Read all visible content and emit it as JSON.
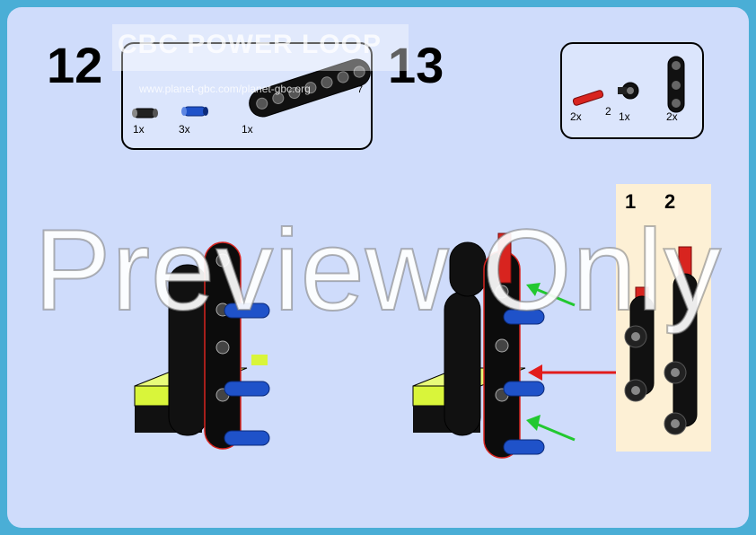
{
  "steps": {
    "left": "12",
    "right": "13"
  },
  "watermark": {
    "title": "CBC POWER LOOP",
    "url": "www.planet-gbc.com/planet-gbc.org"
  },
  "parts_left": {
    "pin_qty": "1x",
    "axle_pin_qty": "3x",
    "beam_qty": "1x",
    "beam_length": "7"
  },
  "parts_right": {
    "axle_qty": "2x",
    "axle_length": "2",
    "connector_qty": "1x",
    "beam_qty": "2x"
  },
  "substeps": {
    "first": "1",
    "second": "2"
  },
  "overlay": "Preview Only",
  "colors": {
    "frame": "#4aaed6",
    "background": "#cfdcfb",
    "beam": "#1a1a1a",
    "pin_blue": "#1f52c9",
    "axle_red": "#d8241f",
    "tile_lime": "#d9f53a",
    "arrow_green": "#22c830",
    "arrow_red": "#e21c1c",
    "subassembly_bg": "#fdf0d5"
  },
  "icons": [
    "black-pin-icon",
    "blue-axle-pin-icon",
    "black-beam-icon",
    "red-axle-icon",
    "black-connector-icon",
    "black-beam-short-icon"
  ]
}
